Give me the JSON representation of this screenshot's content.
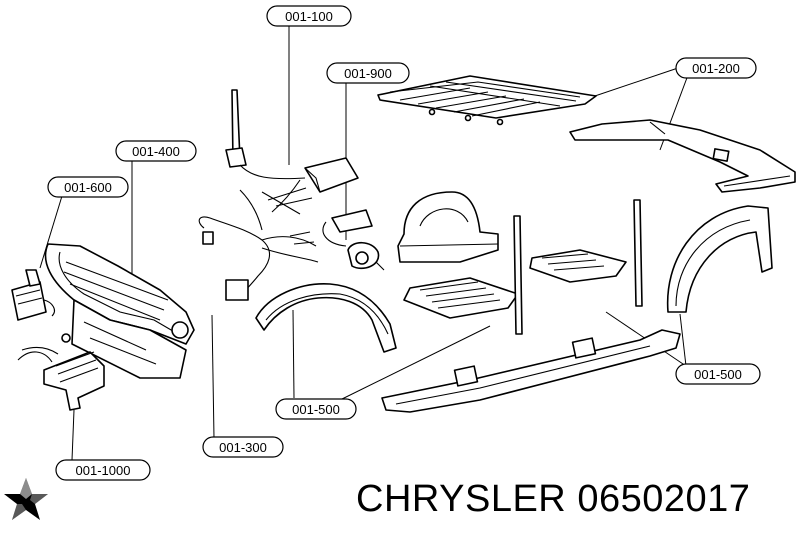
{
  "brand": {
    "name": "CHRYSLER",
    "part_number": "06502017",
    "logo_icon": "pentastar-icon"
  },
  "callouts": [
    {
      "id": "c-100",
      "label": "001-100"
    },
    {
      "id": "c-900",
      "label": "001-900"
    },
    {
      "id": "c-200",
      "label": "001-200"
    },
    {
      "id": "c-400",
      "label": "001-400"
    },
    {
      "id": "c-600",
      "label": "001-600"
    },
    {
      "id": "c-500r",
      "label": "001-500"
    },
    {
      "id": "c-500l",
      "label": "001-500"
    },
    {
      "id": "c-300",
      "label": "001-300"
    },
    {
      "id": "c-1000",
      "label": "001-1000"
    }
  ]
}
